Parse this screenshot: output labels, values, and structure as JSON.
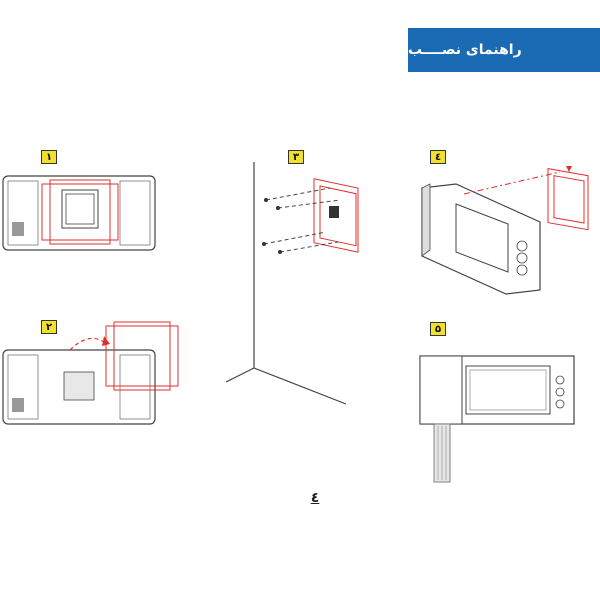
{
  "header": {
    "title": "راهنمای نصــــب"
  },
  "steps": [
    {
      "label": "۱"
    },
    {
      "label": "۲"
    },
    {
      "label": "۳"
    },
    {
      "label": "٤"
    },
    {
      "label": "۵"
    }
  ],
  "footer": {
    "page_number": "٤"
  },
  "colors": {
    "header_bg": "#1b6bb4",
    "badge_bg": "#f2e12a",
    "accent_red": "#e0302d"
  }
}
